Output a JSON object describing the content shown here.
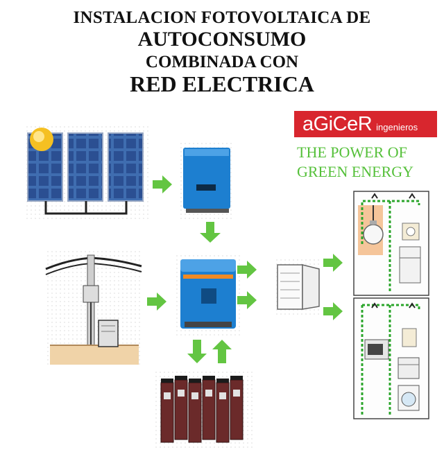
{
  "title": {
    "line1": "INSTALACION FOTOVOLTAICA DE",
    "line2": "AUTOCONSUMO",
    "line3": "COMBINADA CON",
    "line4": "RED ELECTRICA"
  },
  "brand": {
    "logo_main": "aGiCeR",
    "logo_sub": "ingenieros",
    "slogan_line1": "THE POWER OF",
    "slogan_line2": "GREEN ENERGY"
  },
  "colors": {
    "logo_red": "#d8262e",
    "arrow_green": "#63c542",
    "wire_green": "#2aa52a",
    "inverter_blue": "#1d7fd0",
    "panel_blue": "#3b5fa8"
  },
  "icons": [
    "solar-panel-icon",
    "sun-icon",
    "charge-controller-icon",
    "inverter-charger-icon",
    "utility-pole-icon",
    "meter-box-icon",
    "battery-bank-icon",
    "distribution-board-icon",
    "light-bulb-icon",
    "socket-icon",
    "fridge-icon",
    "tv-icon",
    "oven-icon",
    "washing-machine-icon"
  ]
}
